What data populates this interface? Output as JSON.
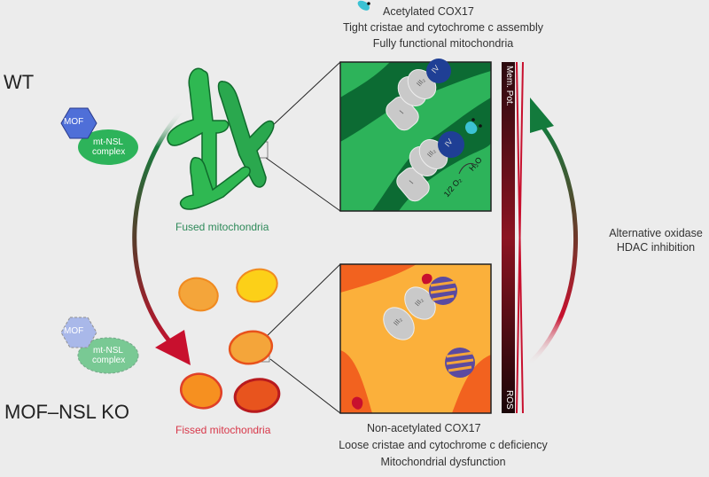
{
  "conditions": {
    "wt": "WT",
    "ko": "MOF–NSL KO"
  },
  "complex": {
    "mof": "MOF",
    "nsl_line1": "mt-NSL",
    "nsl_line2": "complex"
  },
  "states": {
    "fused": "Fused mitochondria",
    "fissed": "Fissed mitochondria"
  },
  "top_caption": {
    "legend": "Acetylated COX17",
    "line1": "Tight cristae and cytochrome c assembly",
    "line2": "Fully functional mitochondria"
  },
  "bottom_caption": {
    "legend": "Non-acetylated COX17",
    "line1": "Loose cristae and cytochrome c deficiency",
    "line2": "Mitochondrial dysfunction"
  },
  "complexes": {
    "c1": "I",
    "c3": "III₂",
    "c4": "IV",
    "reaction_left": "1/2 O₂",
    "reaction_right": "H₂O"
  },
  "gradient_bar": {
    "top": "Mem. Pot.",
    "bottom": "ROS"
  },
  "rescue": {
    "line1": "Alternative oxidase",
    "line2": "HDAC inhibition"
  },
  "colors": {
    "background": "#ececec",
    "wt_green": "#2db35a",
    "wt_dark_green": "#0c6b33",
    "ko_orange": "#f3a431",
    "ko_red": "#c8102e",
    "mof_blue": "#4f6fd8",
    "cox17_cyan": "#3cc2d4",
    "complex_iv_blue": "#1f3f95"
  }
}
